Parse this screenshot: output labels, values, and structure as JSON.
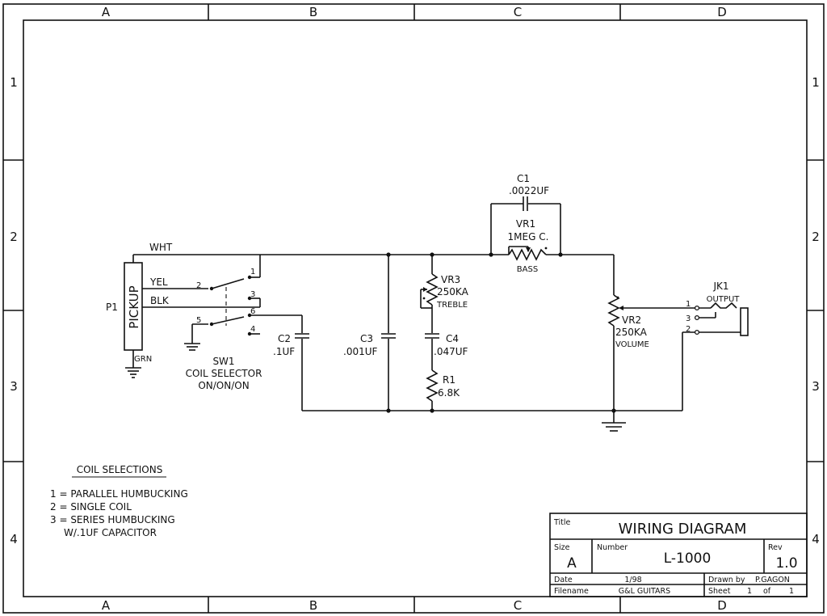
{
  "border": {
    "columns": [
      "A",
      "B",
      "C",
      "D"
    ],
    "rows": [
      "1",
      "2",
      "3",
      "4"
    ]
  },
  "components": {
    "pickup": {
      "ref": "P1",
      "name": "PICKUP"
    },
    "wires": {
      "wht": "WHT",
      "yel": "YEL",
      "blk": "BLK",
      "grn": "GRN"
    },
    "switch": {
      "ref": "SW1",
      "desc": "COIL SELECTOR",
      "mode": "ON/ON/ON",
      "pins": [
        "1",
        "2",
        "3",
        "6",
        "5",
        "4"
      ]
    },
    "c1": {
      "ref": "C1",
      "value": ".0022UF"
    },
    "vr1": {
      "ref": "VR1",
      "value": "1MEG C.",
      "func": "BASS"
    },
    "c2": {
      "ref": "C2",
      "value": ".1UF"
    },
    "c3": {
      "ref": "C3",
      "value": ".001UF"
    },
    "vr3": {
      "ref": "VR3",
      "value": "250KA",
      "func": "TREBLE"
    },
    "c4": {
      "ref": "C4",
      "value": ".047UF"
    },
    "r1": {
      "ref": "R1",
      "value": "6.8K"
    },
    "vr2": {
      "ref": "VR2",
      "value": "250KA",
      "func": "VOLUME"
    },
    "jk1": {
      "ref": "JK1",
      "func": "OUTPUT",
      "pins": [
        "1",
        "3",
        "2"
      ]
    }
  },
  "coil_selections": {
    "title": "COIL SELECTIONS",
    "items": [
      "1 = PARALLEL HUMBUCKING",
      "2 = SINGLE COIL",
      "3 = SERIES HUMBUCKING",
      "W/.1UF CAPACITOR"
    ]
  },
  "title_block": {
    "title_label": "Title",
    "title": "WIRING DIAGRAM",
    "size_label": "Size",
    "size": "A",
    "number_label": "Number",
    "number": "L-1000",
    "rev_label": "Rev",
    "rev": "1.0",
    "date_label": "Date",
    "date": "1/98",
    "drawn_label": "Drawn by",
    "drawn": "P.GAGON",
    "filename_label": "Filename",
    "filename": "G&L GUITARS",
    "sheet_label": "Sheet",
    "sheet_no": "1",
    "of_label": "of",
    "sheet_total": "1"
  }
}
